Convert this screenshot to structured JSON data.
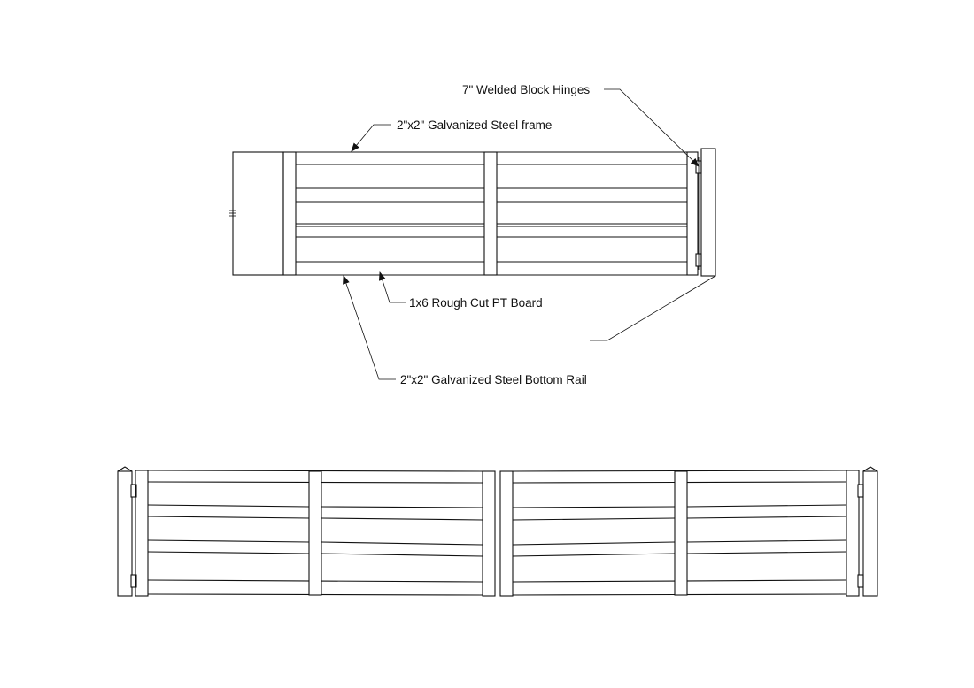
{
  "callouts": {
    "hinges": "7\" Welded Block Hinges",
    "frame": "2\"x2\" Galvanized Steel frame",
    "board": "1x6 Rough Cut PT Board",
    "bottom_rail": "2\"x2\" Galvanized Steel Bottom Rail"
  },
  "colors": {
    "line": "#111111",
    "background": "#ffffff"
  }
}
